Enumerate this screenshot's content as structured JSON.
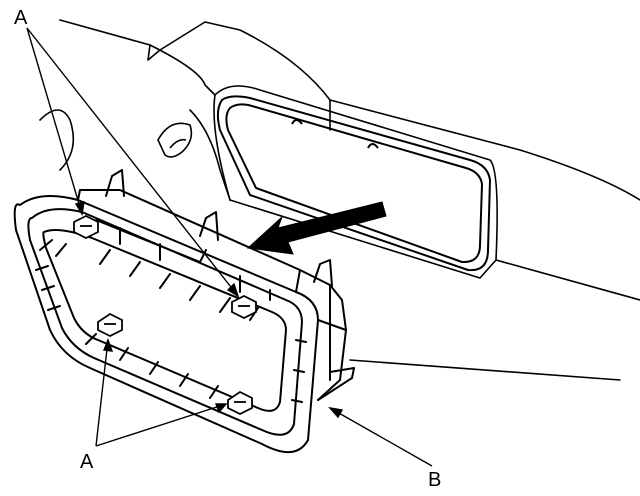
{
  "labels": {
    "clip_callout_top": "A",
    "clip_callout_bottom": "A",
    "housing_callout": "B"
  },
  "colors": {
    "line": "#000000",
    "background": "#ffffff",
    "arrow_fill": "#000000"
  }
}
